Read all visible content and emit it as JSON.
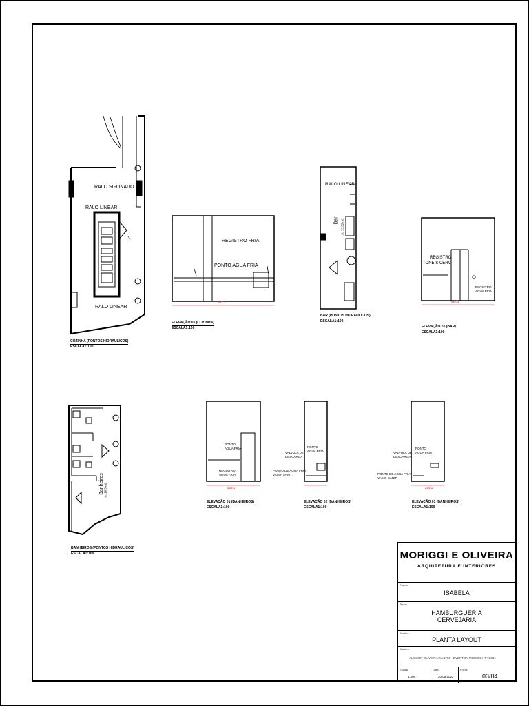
{
  "drawings": {
    "kitchen_plan": {
      "title": "COZINHA (PONTOS HIDRAULICOS)",
      "scale": "ESCALA1:100",
      "labels": [
        "RALO SIFONADO",
        "RALO LINEAR",
        "RALO LINEAR"
      ]
    },
    "kitchen_elev": {
      "title": "ELEVAÇÃO 01 (COZINHA)",
      "scale": "ESCALA1:100",
      "labels": [
        "REGISTRO FRIA",
        "PONTO AGUA FRIA"
      ],
      "dimension": "807.1"
    },
    "bar_plan": {
      "title": "BAR (PONTOS HIDRAULICOS)",
      "scale": "ESCALA1:100",
      "labels": [
        "RALO LINEAR",
        "Bar",
        "A: 15.58 m2"
      ]
    },
    "bar_elev": {
      "title": "ELEVAÇÃO 01 (BAR)",
      "scale": "ESCALA1:100",
      "labels": [
        "REGISTRO",
        "TONEIS CERV.",
        "REGISTRO",
        "AGUA FRIA"
      ],
      "dimension": "550.4"
    },
    "bath_plan": {
      "title": "BANHEIROS (PONTOS HIDRAULICOS)",
      "scale": "ESCALA1:100",
      "labels": [
        "Banheiros",
        "A: 16.5 m2"
      ]
    },
    "bath_elev1": {
      "title": "ELEVAÇÃO 01 (BANHEIROS)",
      "scale": "ESCALA1:100",
      "labels": [
        "PONTO",
        "AGUA FRIA",
        "REGISTRO",
        "AGUA FRIA"
      ],
      "dimension": "466.1"
    },
    "bath_elev2": {
      "title": "ELEVAÇÃO 02 (BANHEIROS)",
      "scale": "ESCALA1:100",
      "labels": [
        "VALVULA DE",
        "DESCARGA",
        "PONTO",
        "AGUA FRIA",
        "PONTO DE AGUA FRIA",
        "VASO- SANIT."
      ]
    },
    "bath_elev3": {
      "title": "ELEVAÇÃO 03 (BANHEIROS)",
      "scale": "ESCALA1:100",
      "labels": [
        "VALVULA DE",
        "DESCARGA",
        "PONTO",
        "AGUA FRIA",
        "PONTO DE AGUA FRIA",
        "VASO- SANIT."
      ],
      "dimension": "205.1"
    }
  },
  "title_block": {
    "firm": "MORIGGI E OLIVEIRA",
    "firm_sub": "ARQUITETURA E INTERIORES",
    "client_caption": "Cliente:",
    "client": "ISABELA",
    "theme_caption": "Tema:",
    "theme_line1": "HAMBURGUERIA",
    "theme_line2": "CERVEJARIA",
    "project_caption": "Projeto:",
    "project": "PLANTA LAYOUT",
    "authors_caption": "Autores:",
    "author1": "ALISSON OLIVEIRA  RA:1760",
    "author2": "EVERTON MORIGGI  RA:3381",
    "scale_caption": "Escala:",
    "scale": "1:100",
    "date_caption": "Data:",
    "date": "20/06/2022",
    "sheet_caption": "Folha:",
    "sheet": "03/04"
  }
}
